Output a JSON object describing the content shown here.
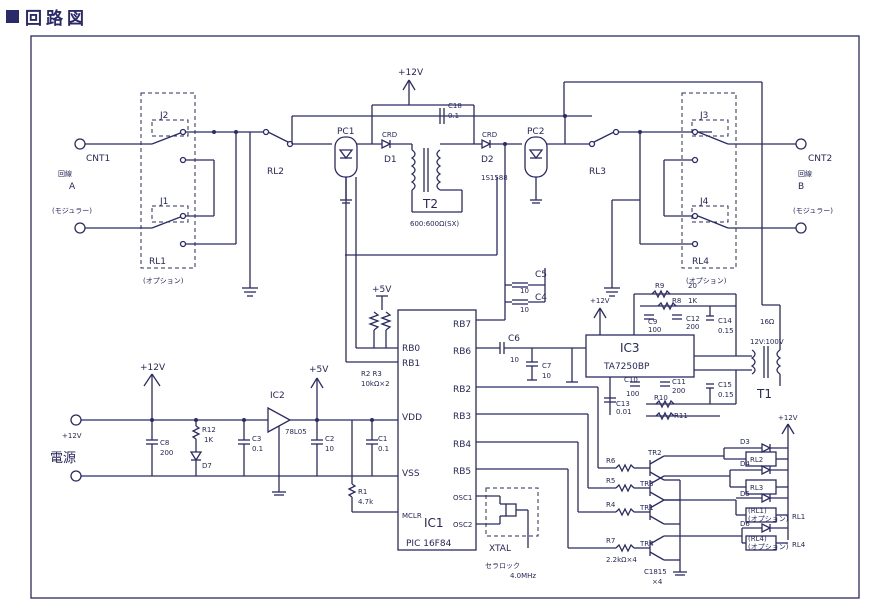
{
  "title": "回路図",
  "colors": {
    "ink": "#2b2b66",
    "paper": "#ffffff"
  },
  "labels": {
    "cnt1": "CNT1",
    "line_a_1": "回線",
    "line_a_2": "A",
    "modular_a": "(モジュラー)",
    "j2": "J2",
    "j1": "J1",
    "rl1": "RL1",
    "opt_rl1": "(オプション)",
    "rl2": "RL2",
    "pc1": "PC1",
    "crd1": "CRD",
    "d1": "D1",
    "plus12_top": "+12V",
    "c18": "C18",
    "c18_val": "0.1",
    "crd2": "CRD",
    "d2": "D2",
    "d2_part": "1S1588",
    "t2": "T2",
    "t2_spec": "600:600Ω(SX)",
    "pc2": "PC2",
    "rl3": "RL3",
    "j3": "J3",
    "j4": "J4",
    "cnt2": "CNT2",
    "line_b_1": "回線",
    "line_b_2": "B",
    "modular_b": "(モジュラー)",
    "rl4": "RL4",
    "opt_rl4": "(オプション)",
    "c5": "C5",
    "c5_val": "10",
    "c4": "C4",
    "c4_val": "10",
    "plus5_r": "+5V",
    "rb0": "RB0",
    "rb1": "RB1",
    "r2r3": "R2 R3",
    "r2r3_val": "10kΩ×2",
    "rb7": "RB7",
    "rb6": "RB6",
    "rb2": "RB2",
    "rb3": "RB3",
    "rb4": "RB4",
    "rb5": "RB5",
    "c6": "C6",
    "c6_val": "10",
    "c7": "C7",
    "c7_val": "10",
    "osc1": "OSC1",
    "osc2": "OSC2",
    "vdd": "VDD",
    "vss": "VSS",
    "mclr": "MCLR",
    "ic1": "IC1",
    "ic1_part": "PIC 16F84",
    "ic3": "IC3",
    "ic3_part": "TA7250BP",
    "plus12_ic3": "+12V",
    "r9": "R9",
    "r9_val": "20",
    "r8": "R8",
    "r8_val": "1K",
    "c9": "C9",
    "c9_val": "100",
    "c12": "C12",
    "c12_val": "200",
    "c10": "C10",
    "c10_val": "100",
    "c11": "C11",
    "c11_val": "200",
    "c13": "C13",
    "c13_val": "0.01",
    "r10": "R10",
    "r11": "R11",
    "c14": "C14",
    "c14_val": "0.15",
    "c15": "C15",
    "c15_val": "0.15",
    "t1": "T1",
    "t1_spec1": "16Ω",
    "t1_spec2": "12V:100V",
    "plus12_left": "+12V",
    "plus12_in": "+12V",
    "power": "電源",
    "c8": "C8",
    "c8_val": "200",
    "r12": "R12",
    "r12_val": "1K",
    "d7": "D7",
    "ic2": "IC2",
    "ic2_part": "78L05",
    "plus5_v": "+5V",
    "c3": "C3",
    "c3_val": "0.1",
    "c2": "C2",
    "c2_val": "10",
    "c1": "C1",
    "c1_val": "0.1",
    "r1": "R1",
    "r1_val": "4.7k",
    "xtal": "XTAL",
    "xtal_part": "セラロック",
    "xtal_freq": "4.0MHz",
    "r5": "R5",
    "r6": "R6",
    "r4": "R4",
    "r7": "R7",
    "r7_val": "2.2kΩ×4",
    "tr2": "TR2",
    "tr3": "TR3",
    "tr1": "TR1",
    "tr4": "TR4",
    "tr_part": "C1815",
    "tr_qty": "×4",
    "d3": "D3",
    "d4": "D4",
    "d5": "D5",
    "d6": "D6",
    "rl2_coil": "RL2",
    "rl3_coil": "RL3",
    "rl1_coil": "(RL1)",
    "rl4_coil": "(RL4)",
    "rl1_coil_opt": "(オプション)",
    "rl4_coil_opt": "(オプション)",
    "rl1_out": "RL1",
    "rl4_out": "RL4",
    "plus12_tr": "+12V"
  }
}
